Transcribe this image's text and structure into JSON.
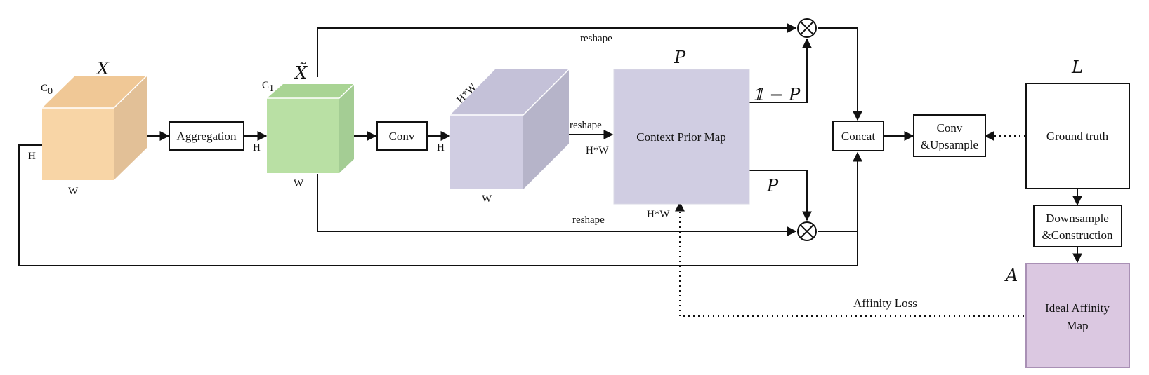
{
  "symbols": {
    "x": "X",
    "x_tilde": "X̃",
    "p_top": "P",
    "one_minus_p": "𝟙 − P",
    "p_right": "P",
    "l": "L",
    "a": "A"
  },
  "cube_x": {
    "c": "C",
    "c_sub": "0",
    "h": "H",
    "w": "W"
  },
  "cube_xt": {
    "c": "C",
    "c_sub": "1",
    "h": "H",
    "w": "W"
  },
  "cube_conv": {
    "hw": "H*W",
    "h": "H",
    "w": "W"
  },
  "boxes": {
    "aggregation": "Aggregation",
    "conv": "Conv",
    "context_prior_map": "Context Prior Map",
    "concat": "Concat",
    "conv_upsample_1": "Conv",
    "conv_upsample_2": "&Upsample",
    "ground_truth": "Ground truth",
    "downsample_1": "Downsample",
    "downsample_2": "&Construction",
    "ideal_affinity_1": "Ideal Affinity",
    "ideal_affinity_2": "Map"
  },
  "labels": {
    "reshape_top": "reshape",
    "reshape_mid": "reshape",
    "hw_left": "H*W",
    "hw_bottom": "H*W",
    "reshape_bottom": "reshape",
    "affinity_loss": "Affinity Loss"
  },
  "colors": {
    "cube_x_front": "#f8d5a6",
    "cube_x_top": "#f0c896",
    "cube_x_side": "#e2c097",
    "cube_xt_front": "#b9e0a4",
    "cube_xt_top": "#a9d494",
    "cube_xt_side": "#a4cd94",
    "cube_conv_front": "#d0cde2",
    "cube_conv_top": "#c4c1d8",
    "cube_conv_side": "#b6b4c9",
    "context_map": "#d0cde2",
    "ideal_affinity": "#dbc8e1",
    "ideal_affinity_border": "#a990b5"
  }
}
